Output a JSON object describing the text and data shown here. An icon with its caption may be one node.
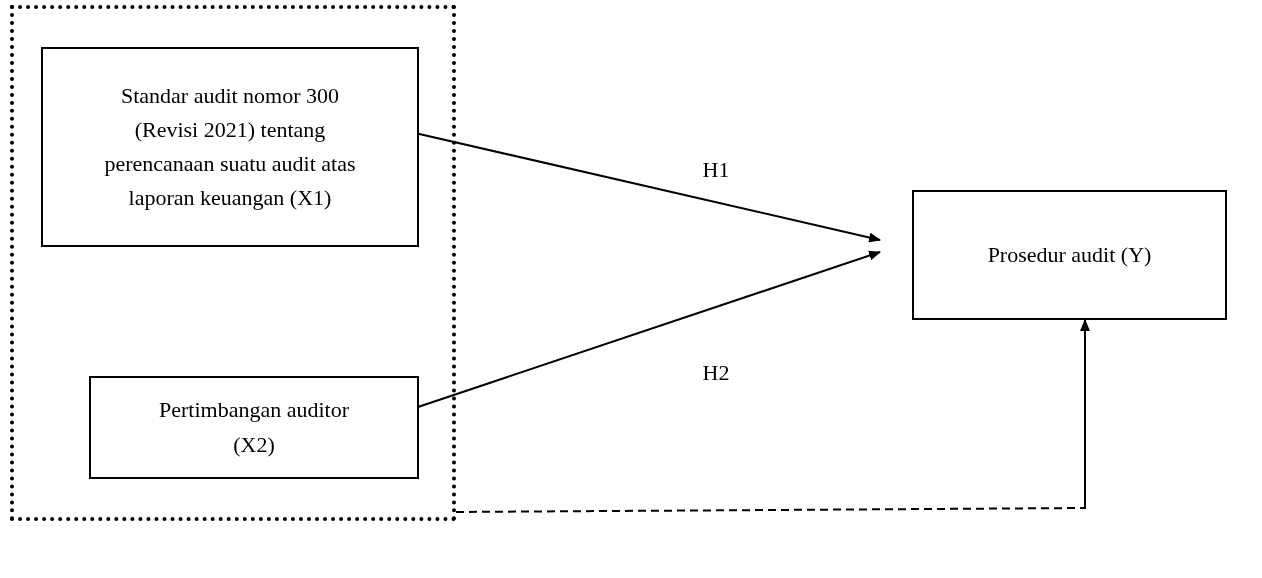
{
  "diagram": {
    "nodes": [
      {
        "text": [],
        "shape": "box"
      },
      {
        "text": [
          "Standar audit nomor 300 (Revisi 2021) tentang perencanaan suatu audit atas laporan keuangan (X1)"
        ],
        "in": 0
      },
      {
        "text": [
          "Pertimbangan auditor (X2)"
        ],
        "in": 0
      },
      {
        "text": [
          "Prosedur audit (Y)"
        ]
      }
    ],
    "edges": [
      {
        "from": 1,
        "to": 3,
        "arrow": "to",
        "label": "H1"
      },
      {
        "from": 2,
        "to": 3,
        "arrow": "to",
        "label": "H2"
      },
      {
        "from": 0,
        "to": 3,
        "arrow": "to",
        "style": "dashed"
      }
    ]
  }
}
